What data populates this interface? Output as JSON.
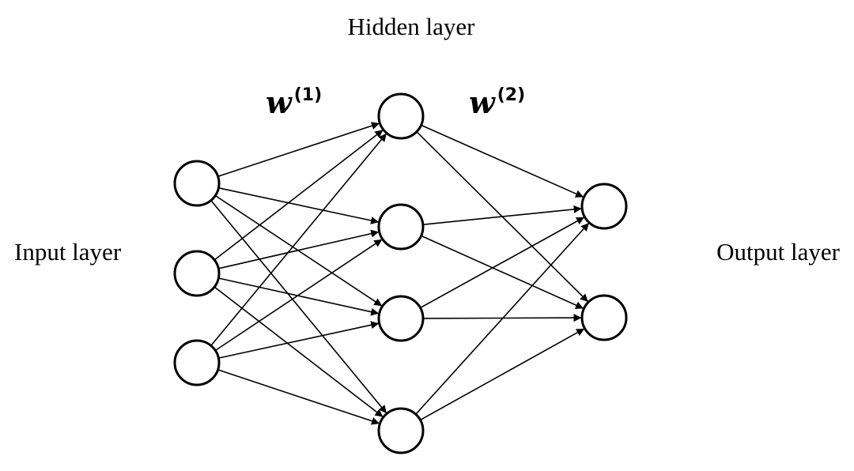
{
  "labels": {
    "input_layer": "Input layer",
    "hidden_layer": "Hidden layer",
    "output_layer": "Output layer"
  },
  "weights": {
    "w1": {
      "symbol": "w",
      "superscript": "(1)"
    },
    "w2": {
      "symbol": "w",
      "superscript": "(2)"
    }
  },
  "network": {
    "layers": [
      {
        "name": "input",
        "node_count": 3
      },
      {
        "name": "hidden",
        "node_count": 4
      },
      {
        "name": "output",
        "node_count": 2
      }
    ],
    "connections": "fully-connected",
    "arrowheads": "on edges entering hidden and output nodes"
  },
  "colors": {
    "stroke": "#000000",
    "background": "#ffffff"
  }
}
